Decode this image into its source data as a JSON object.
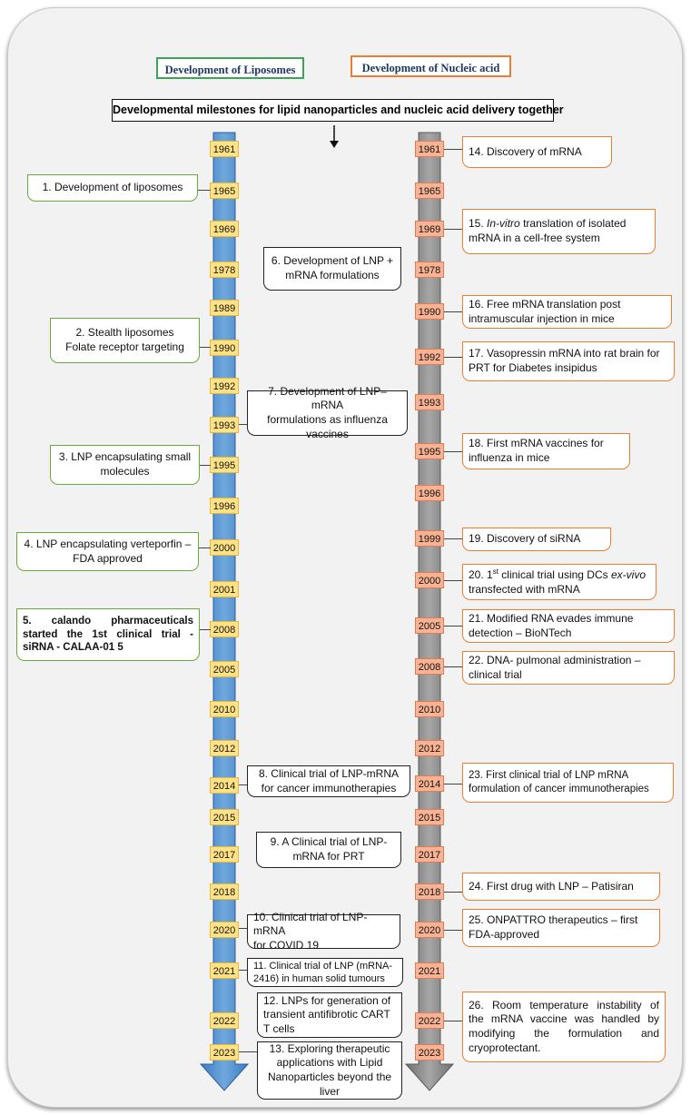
{
  "headers": {
    "liposomes": "Development of Liposomes",
    "nucleic_acid": "Development of Nucleic acid",
    "title": "Developmental milestones for lipid nanoparticles and nucleic acid delivery together"
  },
  "colors": {
    "left_arrow": "#5b9bd5",
    "right_arrow": "#8c8c8c",
    "left_year_box": "#ffe286",
    "right_year_box": "#f8b294",
    "green_border": "#6aaa3a",
    "orange_border": "#ed7d31",
    "black_border": "#222222"
  },
  "left_years": [
    "1961",
    "1965",
    "1969",
    "1978",
    "1989",
    "1990",
    "1992",
    "1993",
    "1995",
    "1996",
    "2000",
    "2001",
    "2008",
    "2005",
    "2010",
    "2012",
    "2014",
    "2015",
    "2017",
    "2018",
    "2020",
    "2021",
    "2022",
    "2023"
  ],
  "right_years": [
    "1961",
    "1965",
    "1969",
    "1978",
    "1990",
    "1992",
    "1993",
    "1995",
    "1996",
    "1999",
    "2000",
    "2005",
    "2008",
    "2010",
    "2012",
    "2014",
    "2015",
    "2017",
    "2018",
    "2020",
    "2021",
    "2022",
    "2023"
  ],
  "left_events": {
    "e1": "1. Development of liposomes",
    "e2a": "2. Stealth liposomes",
    "e2b": "Folate receptor targeting",
    "e3a": "3. LNP encapsulating small",
    "e3b": "molecules",
    "e4a": "4. LNP encapsulating verteporfin –",
    "e4b": "FDA approved",
    "e5a": "5. calando pharmaceuticals",
    "e5b": "started the 1st clinical trial -",
    "e5c": "siRNA - CALAA-01 5"
  },
  "middle_events": {
    "e6a": "6. Development of LNP +",
    "e6b": "mRNA formulations",
    "e7a": "7. Development of LNP–mRNA",
    "e7b": "formulations as influenza",
    "e7c": "vaccines",
    "e8a": "8. Clinical trial of LNP-mRNA",
    "e8b": "for cancer immunotherapies",
    "e9a": "9. A Clinical trial of LNP-",
    "e9b": "mRNA for PRT",
    "e10a": "10. Clinical trial of LNP-mRNA",
    "e10b": "for COVID 19",
    "e11a": "11. Clinical trial of LNP (mRNA-",
    "e11b": "2416) in human solid tumours",
    "e12a": "12. LNPs for generation of",
    "e12b": "transient antifibrotic CART",
    "e12c": "T cells",
    "e13a": "13. Exploring therapeutic",
    "e13b": "applications with Lipid",
    "e13c": "Nanoparticles beyond the",
    "e13d": "liver"
  },
  "right_events": {
    "e14": "14. Discovery of mRNA",
    "e15a_pre": "15.",
    "e15a_ital": "In-vitro",
    "e15a_post": "translation of isolated",
    "e15b": "mRNA in a cell-free system",
    "e16a": "16. Free mRNA translation post",
    "e16b": "intramuscular injection in mice",
    "e17a": "17. Vasopressin mRNA into rat brain for",
    "e17b": "PRT for Diabetes insipidus",
    "e18a": "18. First mRNA vaccines for",
    "e18b": "influenza in mice",
    "e19": "19. Discovery of  siRNA",
    "e20a_pre": "20. 1",
    "e20a_sup": "st",
    "e20a_mid": " clinical trial using DCs ",
    "e20a_ital": "ex-vivo",
    "e20b": "transfected with mRNA",
    "e21a": "21. Modified RNA evades immune",
    "e21b": "detection – BioNTech",
    "e22a": "22. DNA- pulmonal administration –",
    "e22b": "clinical trial",
    "e23a": "23. First clinical trial of LNP mRNA",
    "e23b": "formulation of cancer immunotherapies",
    "e24": "24. First drug with LNP – Patisiran",
    "e25a": "25. ONPATTRO therapeutics – first",
    "e25b": "FDA-approved",
    "e26a": "26. Room temperature instability of",
    "e26b": "the mRNA vaccine was handled by",
    "e26c": "modifying the formulation and",
    "e26d": "cryoprotectant."
  }
}
